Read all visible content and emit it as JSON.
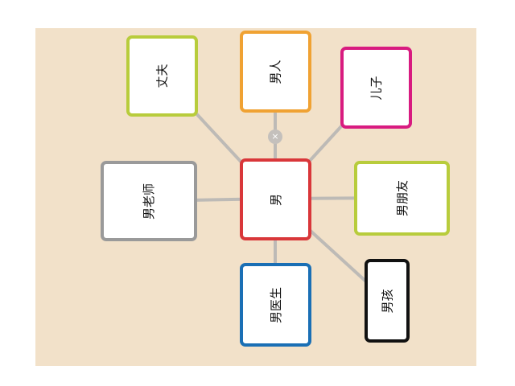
{
  "center": {
    "label": "男",
    "color": "#d9373a"
  },
  "nodes": [
    {
      "id": "husband",
      "label": "丈夫",
      "color": "#b8cc3c"
    },
    {
      "id": "man",
      "label": "男人",
      "color": "#f0a233"
    },
    {
      "id": "son",
      "label": "儿子",
      "color": "#d81b80"
    },
    {
      "id": "male-teacher",
      "label": "男老师",
      "color": "#9a9a9a"
    },
    {
      "id": "boyfriend",
      "label": "男朋友",
      "color": "#b8cc3c"
    },
    {
      "id": "male-doctor",
      "label": "男医生",
      "color": "#1a6fb5"
    },
    {
      "id": "boy",
      "label": "男孩",
      "color": "#111111"
    }
  ],
  "collapse_button": {
    "icon": "close-icon",
    "glyph": "×"
  }
}
